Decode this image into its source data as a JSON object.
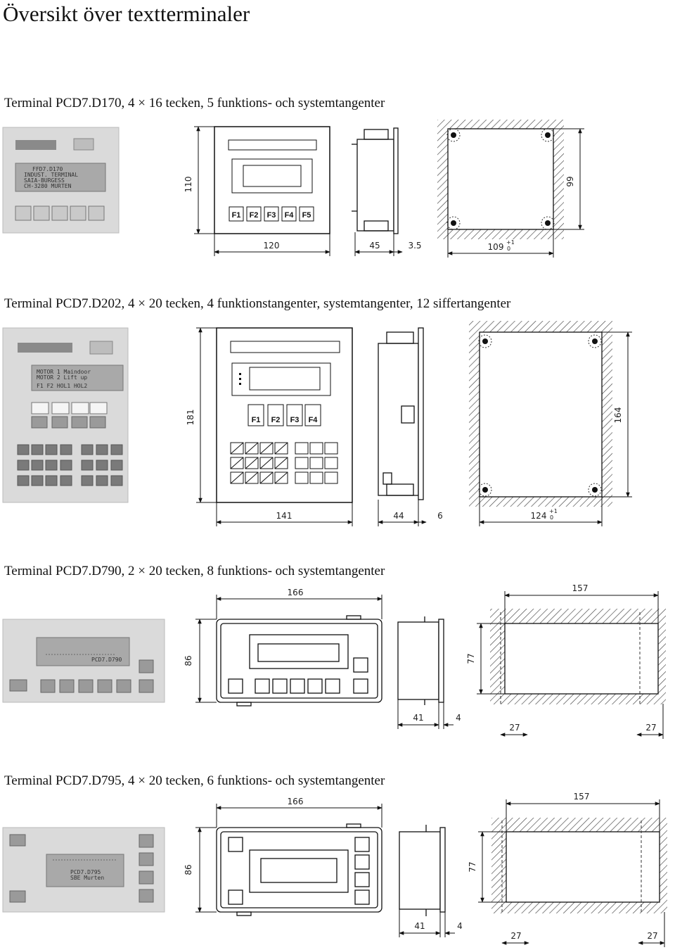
{
  "page": {
    "title": "Översikt över textterminaler"
  },
  "sections": [
    {
      "title": "Terminal PCD7.D170, 4 × 16 tecken, 5 funktions- och systemtangenter",
      "keys": [
        "F1",
        "F2",
        "F3",
        "F4",
        "F5"
      ],
      "dims": {
        "height": "110",
        "width": "120",
        "depth": "45",
        "panel": "3.5",
        "cut_w": "109",
        "cut_h": "99",
        "tol_plus": "+1",
        "tol_minus": "0"
      }
    },
    {
      "title": "Terminal PCD7.D202, 4 × 20 tecken, 4 funktionstangenter, systemtangenter, 12 siffertangenter",
      "keys": [
        "F1",
        "F2",
        "F3",
        "F4"
      ],
      "dims": {
        "height": "181",
        "width": "141",
        "depth": "44",
        "panel": "6",
        "cut_w": "124",
        "cut_h": "164",
        "tol_plus": "+1",
        "tol_minus": "0"
      }
    },
    {
      "title": "Terminal PCD7.D790, 2 × 20 tecken, 8 funktions- och systemtangenter",
      "dims": {
        "width": "166",
        "height": "86",
        "depth": "41",
        "panel": "4",
        "cut_w": "157",
        "cut_h": "77",
        "margin_l": "27",
        "margin_r": "27"
      }
    },
    {
      "title": "Terminal PCD7.D795, 4 × 20 tecken, 6 funktions- och systemtangenter",
      "dims": {
        "width": "166",
        "height": "86",
        "depth": "41",
        "panel": "4",
        "cut_w": "157",
        "cut_h": "77",
        "margin_l": "27",
        "margin_r": "27"
      }
    }
  ]
}
